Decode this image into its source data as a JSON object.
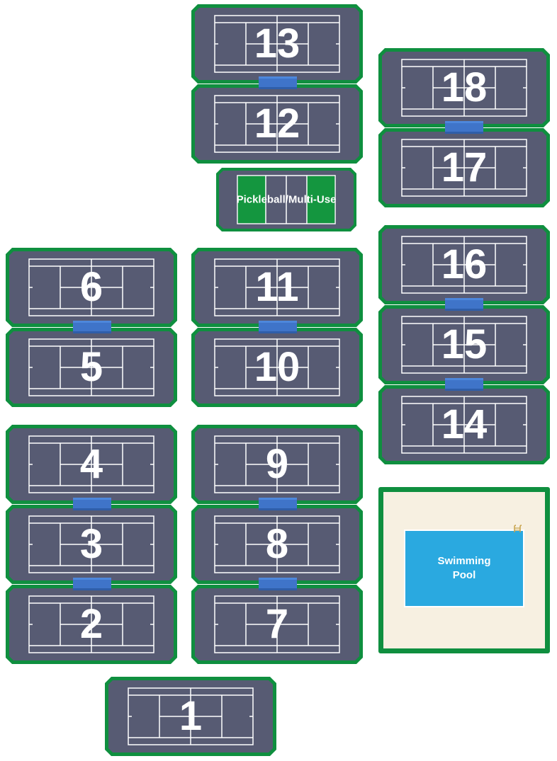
{
  "map": {
    "colors": {
      "court_surface": "#575b73",
      "court_border": "#0f8f3f",
      "court_lines": "#ffffff",
      "net": "#3f74c9",
      "pickleball_green": "#14963f",
      "pool_deck": "#f7f0e1",
      "pool_water": "#2aa9e0"
    },
    "courts": [
      "1",
      "2",
      "3",
      "4",
      "5",
      "6",
      "7",
      "8",
      "9",
      "10",
      "11",
      "12",
      "13",
      "14",
      "15",
      "16",
      "17",
      "18"
    ],
    "pickleball": {
      "label": "Pickleball/Multi-Use"
    },
    "pool": {
      "label": "Swimming\nPool",
      "icon": "pool-ladder-icon"
    }
  }
}
